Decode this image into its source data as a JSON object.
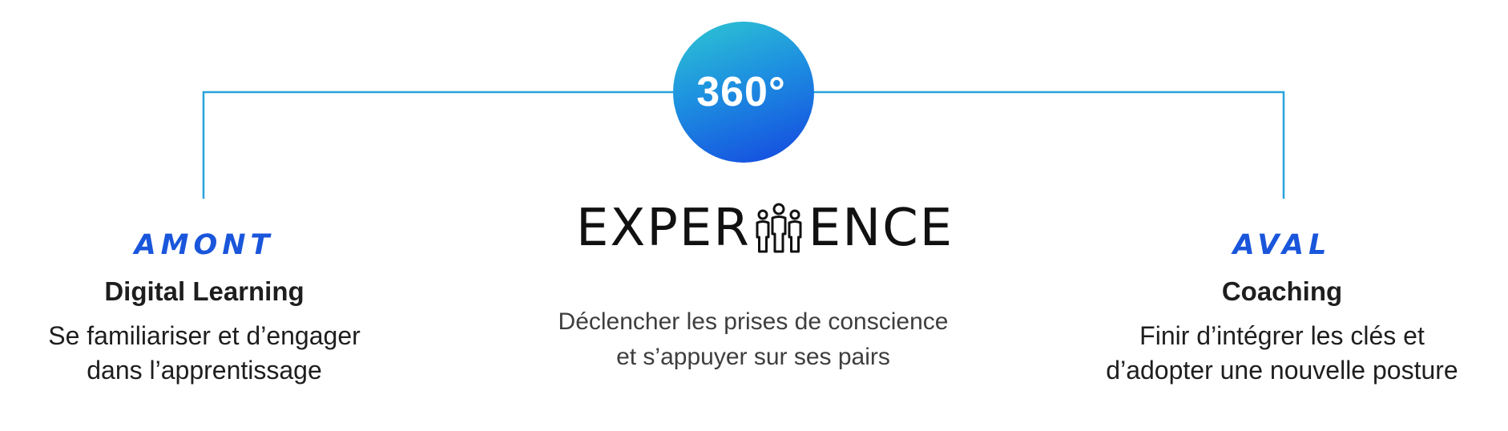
{
  "badge": {
    "label": "360°"
  },
  "logo": {
    "text_before": "EXPER",
    "icon": "three-people-icon",
    "text_after": "ENCE"
  },
  "left": {
    "heading": "AMONT",
    "subtitle": "Digital Learning",
    "lines": [
      "Se familiariser et d’engager",
      "dans l’apprentissage"
    ]
  },
  "center": {
    "lines": [
      "Déclencher les prises de conscience",
      "et s’appuyer sur ses pairs"
    ]
  },
  "right": {
    "heading": "AVAL",
    "subtitle": "Coaching",
    "lines": [
      "Finir d’intégrer les clés et",
      "d’adopter une nouvelle posture"
    ]
  },
  "colors": {
    "accent": "#1a56db",
    "connector": "#29a3dc",
    "badge_gradient_start": "#2ec7d2",
    "badge_gradient_end": "#1446e0",
    "text": "#1e1e1e"
  }
}
